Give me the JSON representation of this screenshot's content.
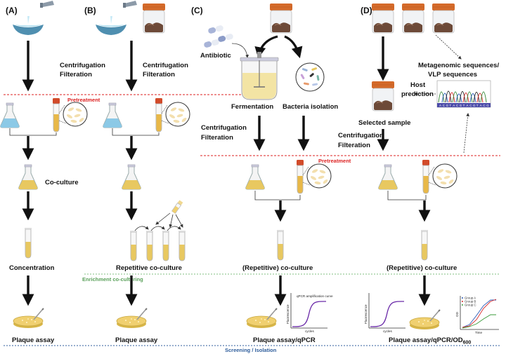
{
  "panels": {
    "a": "(A)",
    "b": "(B)",
    "c": "(C)",
    "d": "(D)"
  },
  "labels": {
    "centrifugation": "Centrifugation",
    "filteration": "Filteration",
    "pretreatment": "Pretreatment",
    "co_culture": "Co-culture",
    "concentration": "Concentration",
    "repetitive_co_culture": "Repetitive co-culture",
    "plaque_assay": "Plaque assay",
    "antibiotic": "Antibiotic",
    "fermentation": "Fermentation",
    "bacteria_isolation": "Bacteria isolation",
    "repetitive_paren_co_culture": "(Repetitive) co-culture",
    "plaque_assay_qpcr": "Plaque assay/qPCR",
    "plaque_assay_qpcr_od": "Plaque assay/qPCR/OD",
    "od_subscript": "600",
    "metagenomic_line1": "Metagenomic sequences/",
    "metagenomic_line2": "VLP sequences",
    "host": "Host",
    "prediction": "prediction",
    "selected_sample": "Selected sample",
    "enrichment": "Enrichment co-culturing",
    "screening": "Screening / Isolation"
  },
  "charts": {
    "qpcr_title": "qPCR amplification curve",
    "qpcr_ylabel": "Fluorescence",
    "qpcr_xlabel": "cycles",
    "od_ylabel": "OD",
    "od_xlabel": "Time",
    "legend": [
      "Group A",
      "Group B",
      "Group C"
    ]
  },
  "sequence_bases": [
    "A",
    "C",
    "G",
    "T",
    "A",
    "C",
    "G",
    "T",
    "A",
    "C",
    "G",
    "T",
    "A",
    "C",
    "G"
  ],
  "colors": {
    "pretreatment_line": "#dd2222",
    "enrichment_line": "#7fbf7f",
    "screening_line": "#2f5e9c",
    "enrichment_text": "#5aa05a",
    "screening_text": "#2f5e9c",
    "arrow": "#111111",
    "culture_fill": "#e8c860",
    "water": "#7fc4e0",
    "jar_lid": "#d46a2a",
    "tube_cap": "#d24b2a",
    "curve": "#6a2aa8"
  }
}
